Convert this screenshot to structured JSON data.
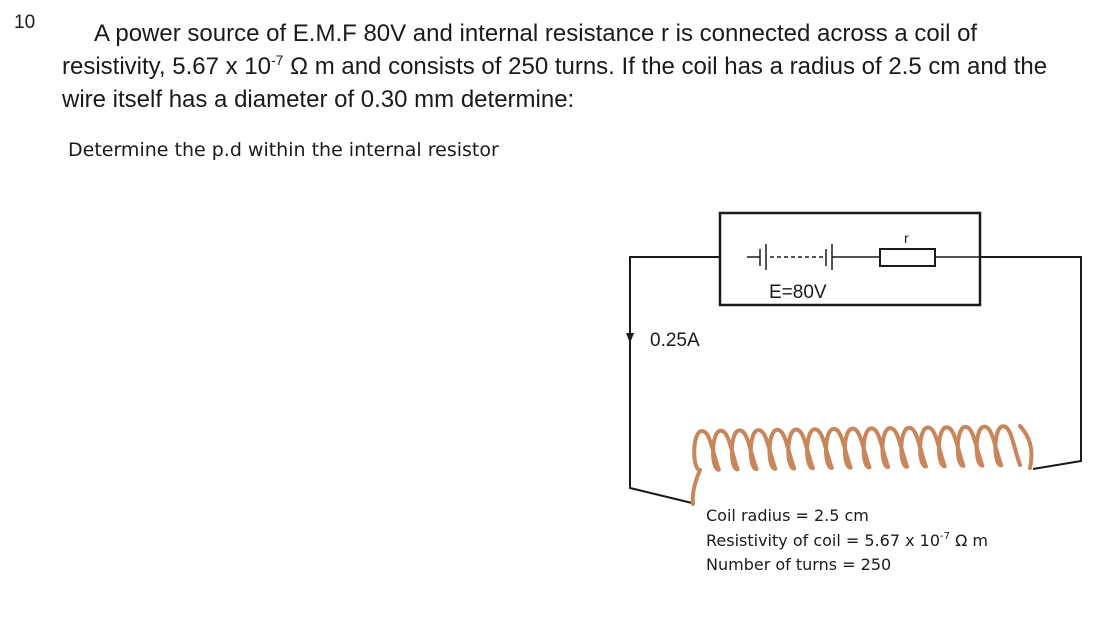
{
  "question": {
    "number": "10",
    "text_before_exp": "A power source of E.M.F 80V and internal resistance r is connected across a coil of resistivity, 5.67 x 10",
    "exp": "-7",
    "text_after_exp": " Ω m and consists of 250 turns. If the coil has a radius of 2.5 cm and the wire itself has a diameter of 0.30 mm determine:",
    "prompt": "Determine the p.d within the internal resistor"
  },
  "circuit": {
    "emf_label": "E=80V",
    "resistor_label": "r",
    "current_label": "0.25A",
    "coil_color": "#c8865a",
    "coil_turns_drawn": 17
  },
  "coil_info": {
    "radius": "Coil radius = 2.5 cm",
    "resistivity_before_exp": "Resistivity of coil = 5.67 x 10",
    "resistivity_exp": "-7",
    "resistivity_after_exp": " Ω m",
    "turns": "Number of turns = 250"
  }
}
